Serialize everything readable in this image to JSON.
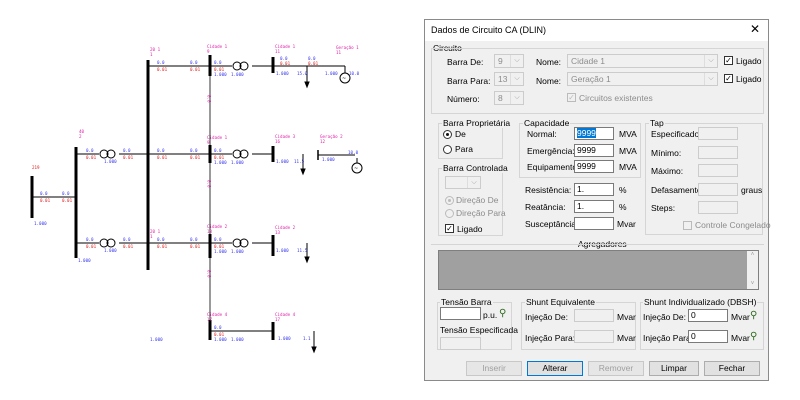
{
  "diagram": {
    "labels": {
      "b_left_name": "219",
      "b_left_v1": "0.0",
      "b_left_r1": "0.01",
      "b_left_v2": "0.0",
      "b_left_r2": "0.01",
      "b_left_bot": "1.000",
      "b_left_load": "",
      "b_mid_name": "40",
      "b_mid_id": "2",
      "b_top_name": "20 1",
      "b_top_id": "1",
      "b_c1_name": "Cidade 1",
      "b_c1_id": "9",
      "b_c2_name": "Cidade 2",
      "b_c2_id": "13",
      "b_c3_name": "Cidade 3",
      "b_c3_id": "16",
      "b_c4_name": "Cidade 4",
      "b_c4_id": "17",
      "b_g1_name": "Geração 1",
      "b_g1_id": "11",
      "b_g2_name": "Geração 2",
      "b_g2_id": "12",
      "v_a": "0.0",
      "v_b": "0.01",
      "v_c": "1.000",
      "v_d": "15.0",
      "v_e": "10.0",
      "v_f": "11.5",
      "v_g": "1.1"
    }
  },
  "dialog": {
    "title": "Dados de Circuito CA (DLIN)",
    "circuito": {
      "legend": "Circuito",
      "barra_de_label": "Barra De:",
      "barra_de_value": "9",
      "nome_de_label": "Nome:",
      "nome_de_value": "Cidade 1",
      "ligado_de_label": "Ligado",
      "barra_para_label": "Barra Para:",
      "barra_para_value": "13",
      "nome_para_label": "Nome:",
      "nome_para_value": "Geração 1",
      "ligado_para_label": "Ligado",
      "numero_label": "Número:",
      "numero_value": "8",
      "circuitos_existentes_label": "Circuitos existentes"
    },
    "barra_proprietaria": {
      "legend": "Barra Proprietária",
      "de_label": "De",
      "para_label": "Para"
    },
    "barra_controlada": {
      "legend": "Barra Controlada",
      "direcao_de_label": "Direção De",
      "direcao_para_label": "Direção Para",
      "ligado_label": "Ligado"
    },
    "capacidade": {
      "legend": "Capacidade",
      "normal_label": "Normal:",
      "normal_value": "9999",
      "normal_unit": "MVA",
      "emergencia_label": "Emergência:",
      "emergencia_value": "9999",
      "emergencia_unit": "MVA",
      "equipamento_label": "Equipamento",
      "equipamento_value": "9999",
      "equipamento_unit": "MVA"
    },
    "impedancia": {
      "resistencia_label": "Resistência:",
      "resistencia_value": "1.",
      "resistencia_unit": "%",
      "reatancia_label": "Reatância:",
      "reatancia_value": "1.",
      "reatancia_unit": "%",
      "susceptancia_label": "Susceptância:",
      "susceptancia_value": "",
      "susceptancia_unit": "Mvar"
    },
    "tap": {
      "legend": "Tap",
      "especificado_label": "Especificado:",
      "minimo_label": "Mínimo:",
      "maximo_label": "Máximo:",
      "defasamento_label": "Defasamento:",
      "defasamento_unit": "graus",
      "steps_label": "Steps:",
      "controle_congelado_label": "Controle Congelado"
    },
    "agregadores": {
      "legend": "Agregadores"
    },
    "tensao": {
      "tensao_barra_legend": "Tensão Barra",
      "pu_label": "p.u.",
      "tensao_especificada_legend": "Tensão Especificada"
    },
    "shunt_equivalente": {
      "legend": "Shunt Equivalente",
      "injecao_de_label": "Injeção De:",
      "injecao_de_unit": "Mvar",
      "injecao_para_label": "Injeção Para:",
      "injecao_para_unit": "Mvar"
    },
    "shunt_individualizado": {
      "legend": "Shunt Individualizado (DBSH)",
      "injecao_de_label": "Injeção De:",
      "injecao_de_value": "0",
      "injecao_de_unit": "Mvar",
      "injecao_para_label": "Injeção Para:",
      "injecao_para_value": "0",
      "injecao_para_unit": "Mvar"
    },
    "buttons": {
      "inserir": "Inserir",
      "alterar": "Alterar",
      "remover": "Remover",
      "limpar": "Limpar",
      "fechar": "Fechar"
    }
  }
}
